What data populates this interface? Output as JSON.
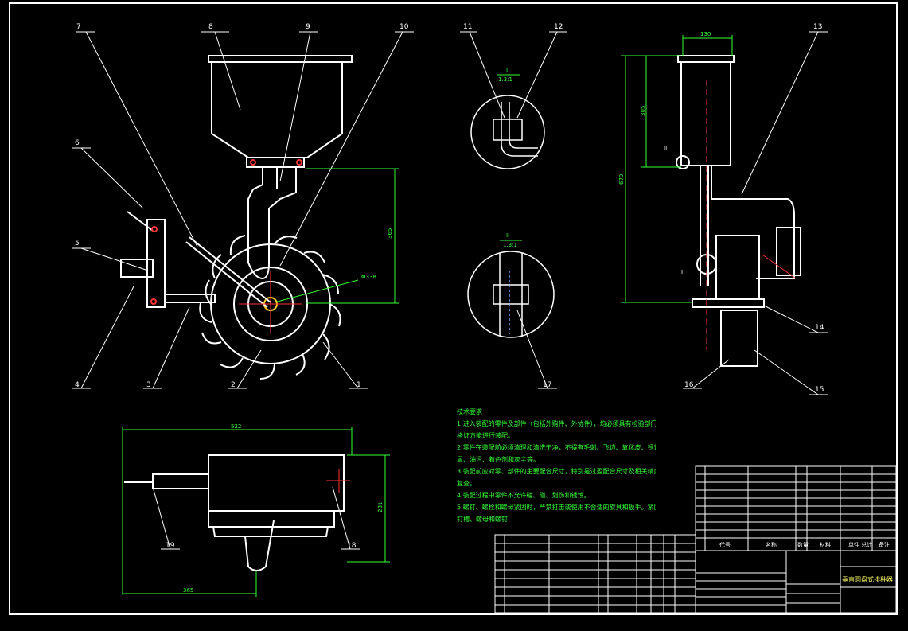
{
  "drawing": {
    "background": "#000000",
    "line_color": "#ffffff",
    "dim_color": "#33ff33",
    "accent_color": "#ff3333",
    "blue_color": "#66aaff"
  },
  "balloons": {
    "n1": "1",
    "n2": "2",
    "n3": "3",
    "n4": "4",
    "n5": "5",
    "n6": "6",
    "n7": "7",
    "n8": "8",
    "n9": "9",
    "n10": "10",
    "n11": "11",
    "n12": "12",
    "n13": "13",
    "n14": "14",
    "n15": "15",
    "n16": "16",
    "n17": "17",
    "n18": "18",
    "n19": "19"
  },
  "dimensions": {
    "d365_main": "365",
    "d338": "Φ338",
    "d130": "130",
    "d305": "305",
    "d670": "670",
    "d522": "522",
    "d365_bottom": "365",
    "d281": "281"
  },
  "details": {
    "detail1_label": "I",
    "detail1_scale": "1.3:1",
    "detail2_label": "II",
    "detail2_scale": "1.3:1",
    "side_callout1": "II",
    "side_callout2": "I"
  },
  "notes": {
    "title": "技术要求",
    "lines": [
      "1.进入装配的零件及部件（包括外购件、外协件），均必须具有检验部门的合",
      "格证方能进行装配。",
      "2.零件在装配前必须清理和清洗干净，不得有毛刺、飞边、氧化皮、锈蚀、切",
      "屑、油污、着色剂和灰尘等。",
      "3.装配前应对零、部件的主要配合尺寸，特别是过盈配合尺寸及相关精度进行",
      "复查。",
      "4.装配过程中零件不允许磕、碰、划伤和锈蚀。",
      "5.螺钉、螺栓和螺母紧固时，严禁打击或使用不合适的旋具和扳手。紧固后螺",
      "钉槽、螺母和螺钉"
    ]
  },
  "title_block": {
    "col_code": "代号",
    "col_name": "名称",
    "col_qty": "数量",
    "col_material": "材料",
    "col_weight": "单件 总计",
    "col_remark": "备注",
    "drawing_title": "垂直圆盘式排种器"
  }
}
